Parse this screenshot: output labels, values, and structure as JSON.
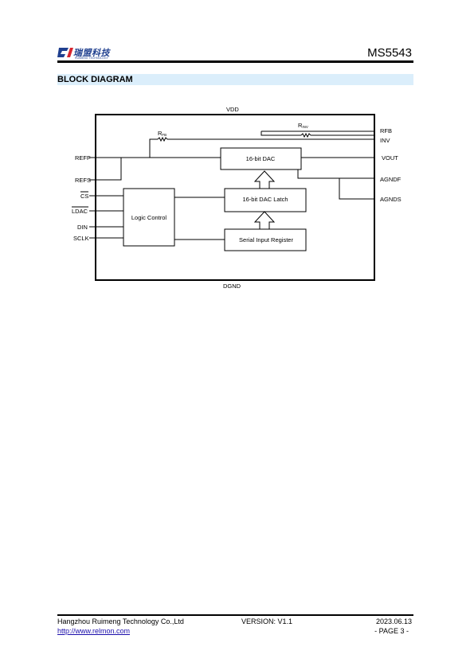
{
  "header": {
    "logo_text": "瑞盟科技",
    "logo_subtext": "RUIMENG TECHNOLOGY",
    "part_number": "MS5543"
  },
  "section": {
    "title": "BLOCK DIAGRAM"
  },
  "diagram": {
    "supply_top": "VDD",
    "ground_bottom": "DGND",
    "left_pins": {
      "reff": "REFF",
      "refs": "REFS",
      "cs": "CS",
      "ldac": "LDAC",
      "din": "DIN",
      "sclk": "SCLK"
    },
    "right_pins": {
      "rfb": "RFB",
      "inv": "INV",
      "vout": "VOUT",
      "agndf": "AGNDF",
      "agnds": "AGNDS"
    },
    "blocks": {
      "dac": "16-bit DAC",
      "latch": "16-bit DAC Latch",
      "sir": "Serial Input Register",
      "logic": "Logic Control"
    },
    "resistors": {
      "rfb_main": "R",
      "rfb_sub": "FB",
      "rinv_main": "R",
      "rinv_sub": "INV"
    }
  },
  "footer": {
    "company": "Hangzhou Ruimeng Technology Co.,Ltd",
    "version": "VERSION: V1.1",
    "date": "2023.06.13",
    "url": "http://www.relmon.com",
    "page": "- PAGE 3 -"
  }
}
